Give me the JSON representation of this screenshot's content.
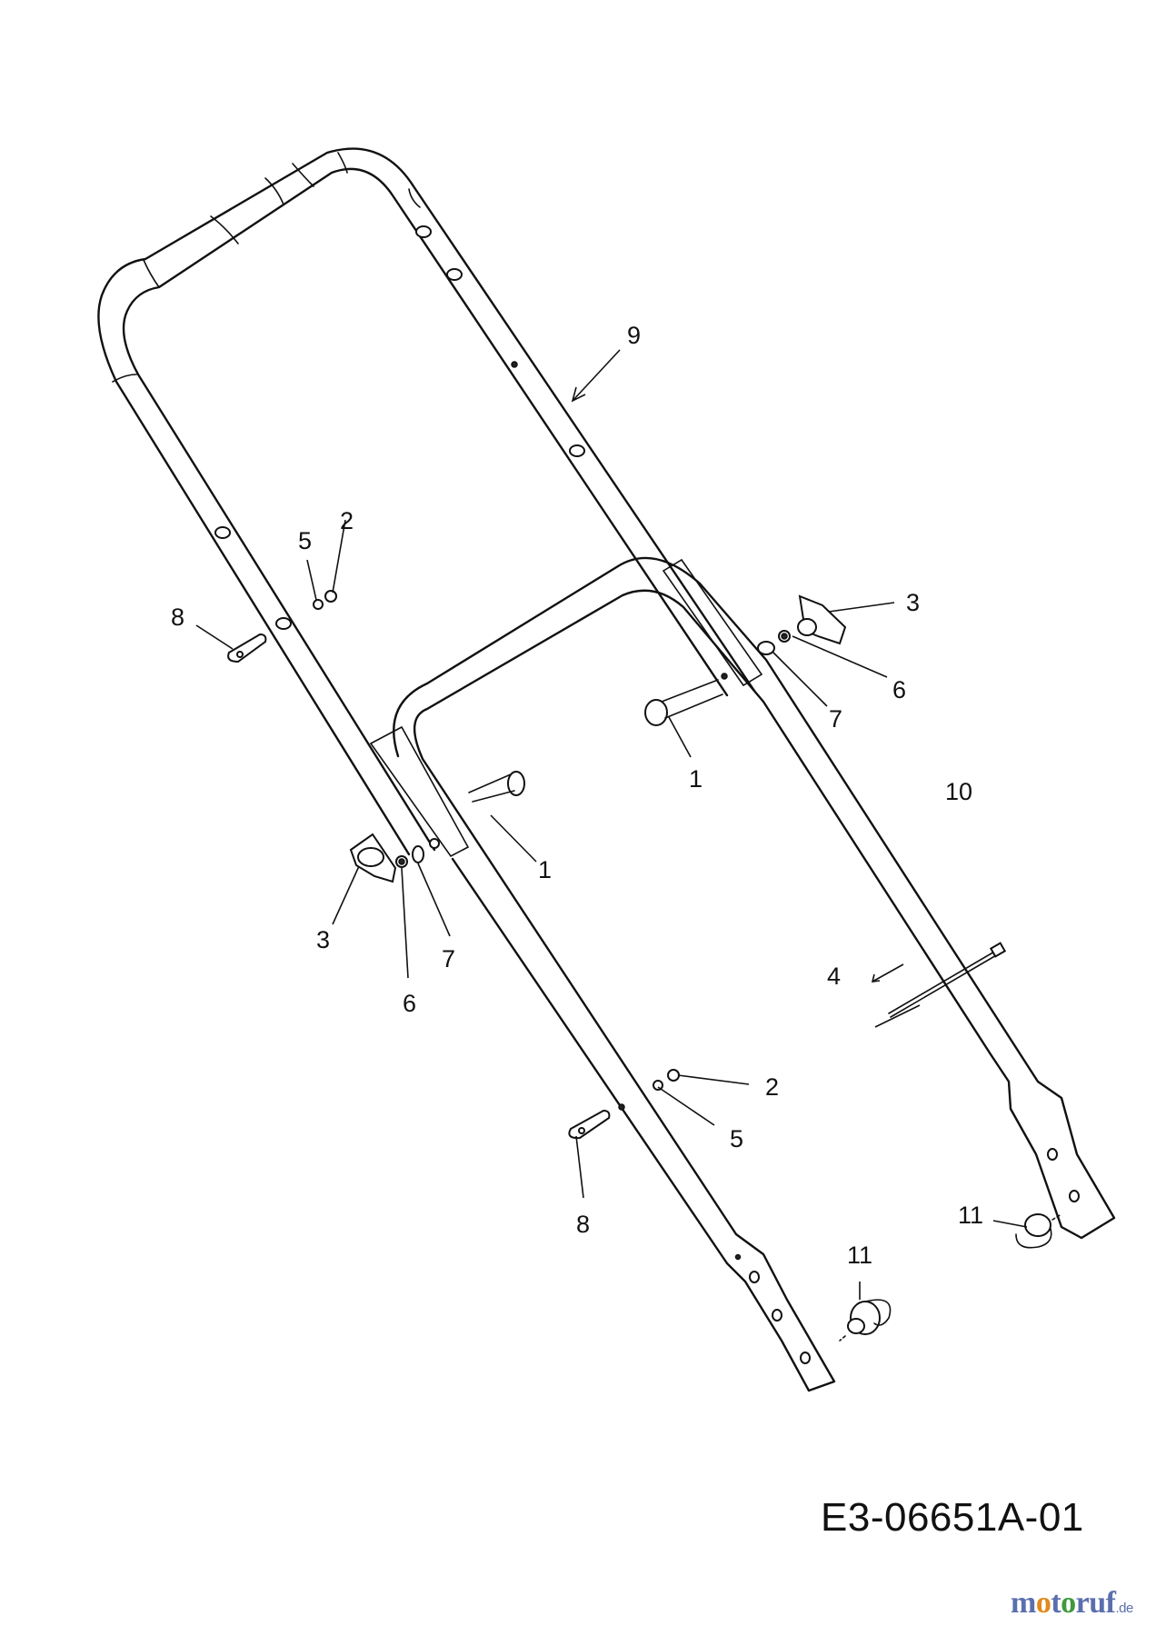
{
  "drawing_code": "E3-06651A-01",
  "watermark": {
    "brand": [
      "m",
      "o",
      "t",
      "o",
      "r",
      "u",
      "f"
    ],
    "domain_suffix": ".de"
  },
  "callouts": {
    "c1a": "1",
    "c1b": "1",
    "c2a": "2",
    "c2b": "2",
    "c3a": "3",
    "c3b": "3",
    "c4": "4",
    "c5a": "5",
    "c5b": "5",
    "c6a": "6",
    "c6b": "6",
    "c7a": "7",
    "c7b": "7",
    "c8a": "8",
    "c8b": "8",
    "c9": "9",
    "c10": "10",
    "c11a": "11",
    "c11b": "11"
  }
}
